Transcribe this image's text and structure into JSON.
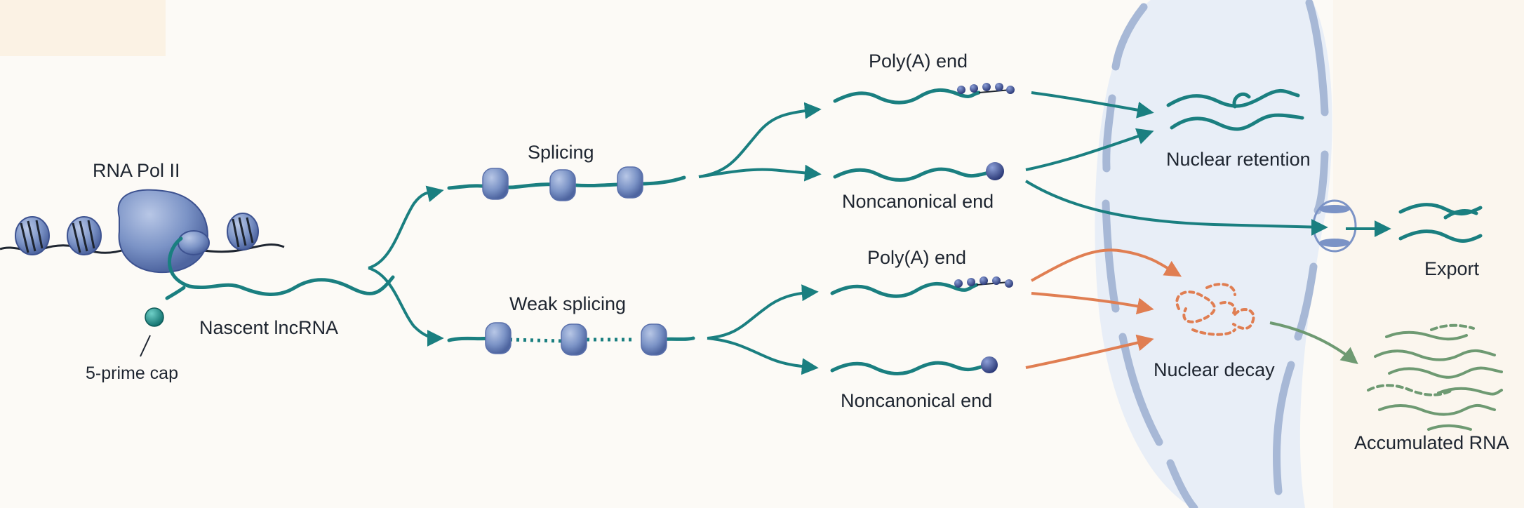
{
  "labels": {
    "rna_pol": "RNA Pol II",
    "nascent": "Nascent lncRNA",
    "cap": "5-prime cap",
    "splicing": "Splicing",
    "weak_splicing": "Weak splicing",
    "polya_top": "Poly(A) end",
    "noncanon_top": "Noncanonical end",
    "polya_bottom": "Poly(A) end",
    "noncanon_bottom": "Noncanonical end",
    "retention": "Nuclear retention",
    "export": "Export",
    "decay": "Nuclear decay",
    "accumulated": "Accumulated RNA"
  },
  "colors": {
    "rna_teal": "#1a7f80",
    "polymerase_blue": "#7b93c6",
    "polya_bead": "#3a4e8c",
    "decay_arrow": "#e07e52",
    "accumulated_green": "#6e9a72",
    "nucleus_fill": "#e8eef7",
    "envelope": "#a7b8d6",
    "cytoplasm": "#fbf6ee"
  }
}
